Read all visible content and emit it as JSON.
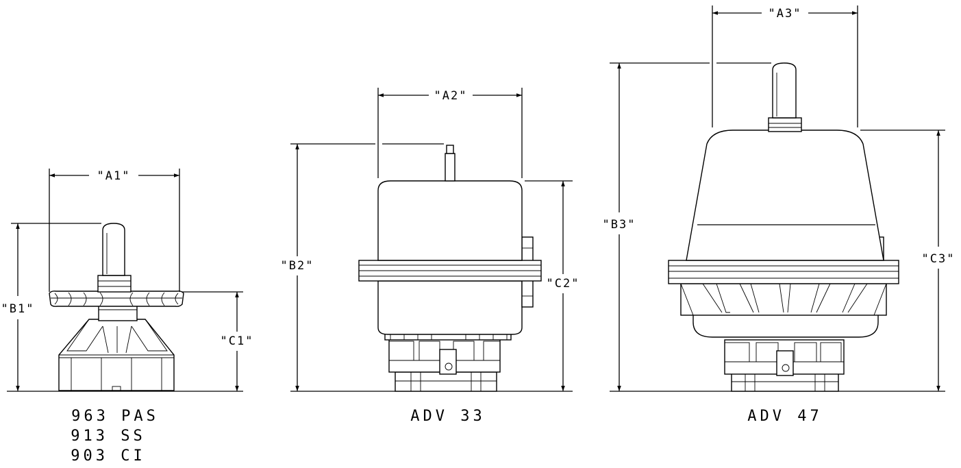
{
  "dimensions": {
    "a1": "\"A1\"",
    "b1": "\"B1\"",
    "c1": "\"C1\"",
    "a2": "\"A2\"",
    "b2": "\"B2\"",
    "c2": "\"C2\"",
    "a3": "\"A3\"",
    "b3": "\"B3\"",
    "c3": "\"C3\""
  },
  "captions": {
    "left": [
      "963 PAS",
      "913 SS",
      "903 CI"
    ],
    "middle": "ADV 33",
    "right": "ADV 47"
  }
}
